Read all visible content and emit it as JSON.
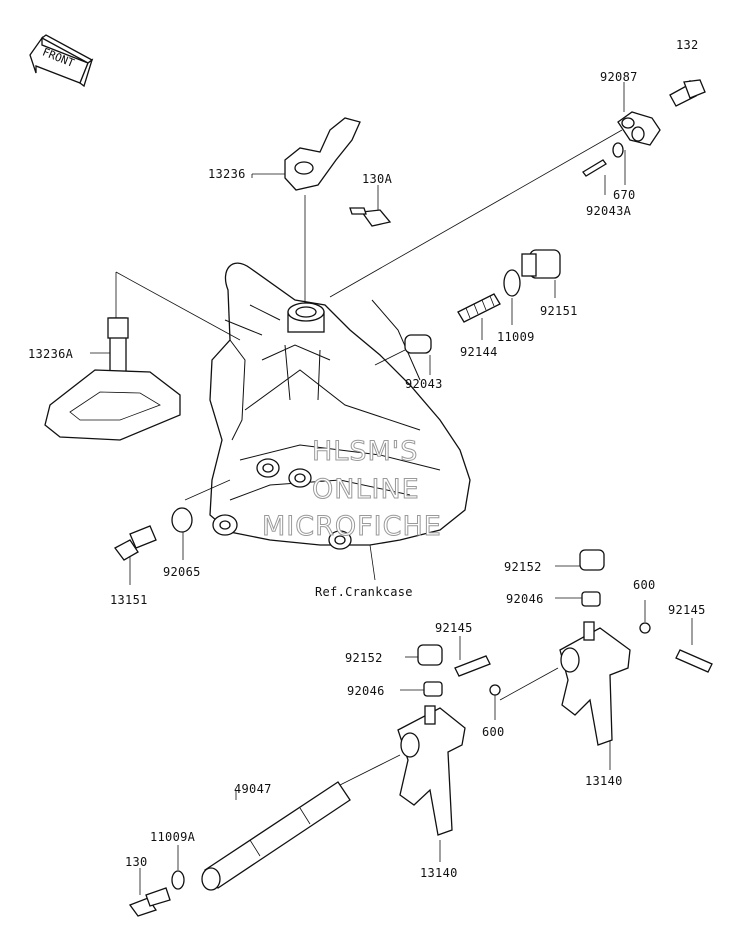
{
  "watermark": [
    "HLSM'S",
    "ONLINE",
    "MICROFICHE"
  ],
  "front_arrow_label": "FRONT",
  "part_labels": {
    "p132": "132",
    "p92087": "92087",
    "p13236": "13236",
    "p130A": "130A",
    "p670": "670",
    "p92043A": "92043A",
    "p13236A": "13236A",
    "p11009": "11009",
    "p92151": "92151",
    "p92144": "92144",
    "p92043": "92043",
    "p13151": "13151",
    "p92065": "92065",
    "p92152a": "92152",
    "p92046a": "92046",
    "p600a": "600",
    "p92145a": "92145",
    "p92152b": "92152",
    "p92145b": "92145",
    "p92046b": "92046",
    "p600b": "600",
    "p13140a": "13140",
    "p49047": "49047",
    "p11009A": "11009A",
    "p130": "130",
    "p13140b": "13140"
  },
  "reference_label": "Ref.Crankcase"
}
